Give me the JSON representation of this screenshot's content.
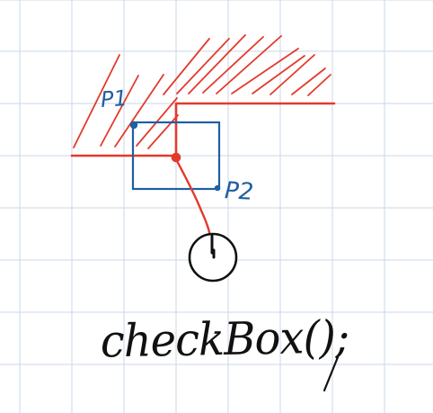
{
  "labels": {
    "p1": "P1",
    "p2": "P2",
    "code": "checkBox();"
  },
  "icons": {
    "clock": "clock-icon"
  },
  "colors": {
    "grid": "#c8d7ea",
    "red": "#e33a2c",
    "blue": "#1f5fa3",
    "ink": "#111111"
  }
}
